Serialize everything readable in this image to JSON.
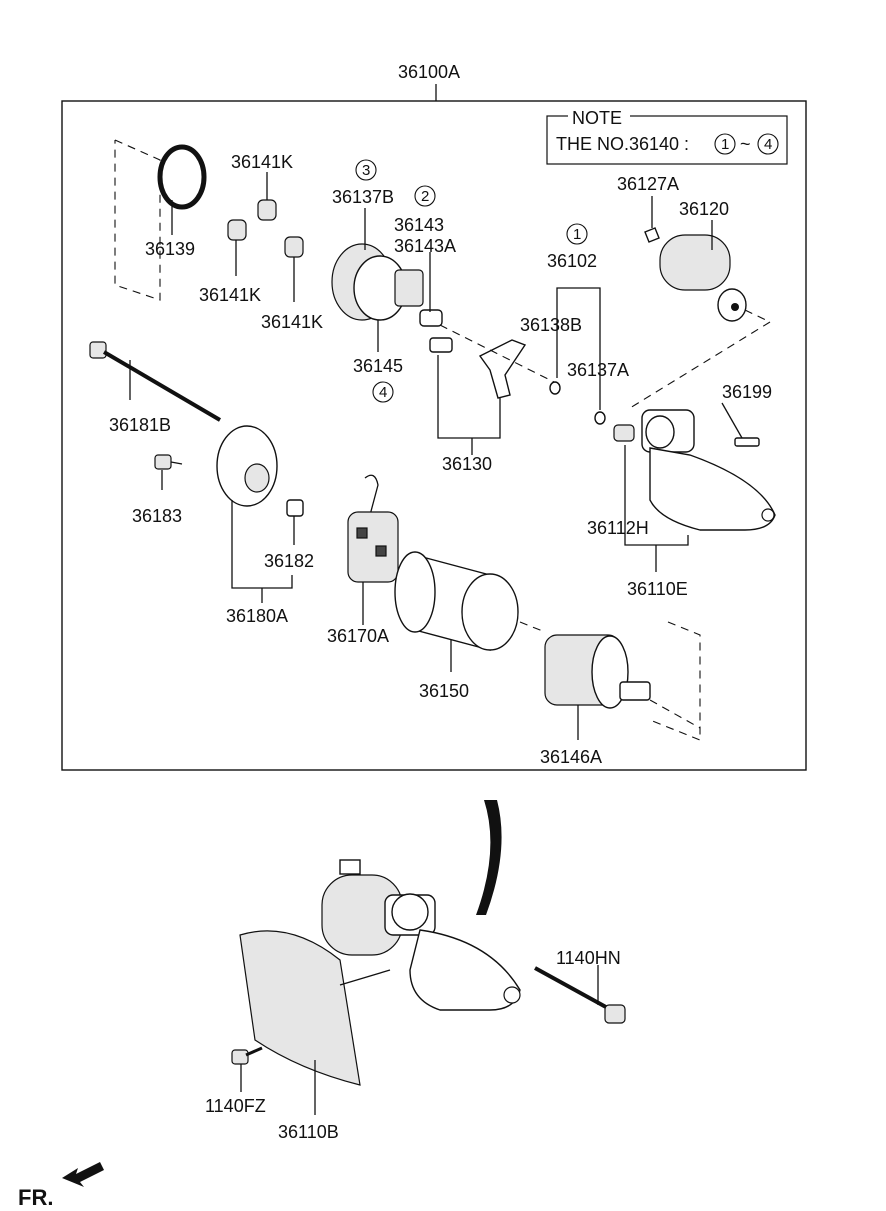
{
  "title": "36100A",
  "note": {
    "header": "NOTE",
    "text": "THE NO.36140 :",
    "range_start": "1",
    "range_sep": "~",
    "range_end": "4"
  },
  "parts": {
    "p36141K_a": "36141K",
    "p36141K_b": "36141K",
    "p36141K_c": "36141K",
    "p36139": "36139",
    "p36137B": "36137B",
    "c3": "3",
    "c2": "2",
    "p36143": "36143",
    "p36143A": "36143A",
    "c1": "1",
    "p36102": "36102",
    "p36127A": "36127A",
    "p36120": "36120",
    "p36138B": "36138B",
    "p36145": "36145",
    "c4": "4",
    "p36137A": "36137A",
    "p36199": "36199",
    "p36181B": "36181B",
    "p36130": "36130",
    "p36183": "36183",
    "p36112H": "36112H",
    "p36182": "36182",
    "p36110E": "36110E",
    "p36180A": "36180A",
    "p36170A": "36170A",
    "p36150": "36150",
    "p36146A": "36146A",
    "p1140HN": "1140HN",
    "p1140FZ": "1140FZ",
    "p36110B": "36110B"
  },
  "fr_label": "FR."
}
